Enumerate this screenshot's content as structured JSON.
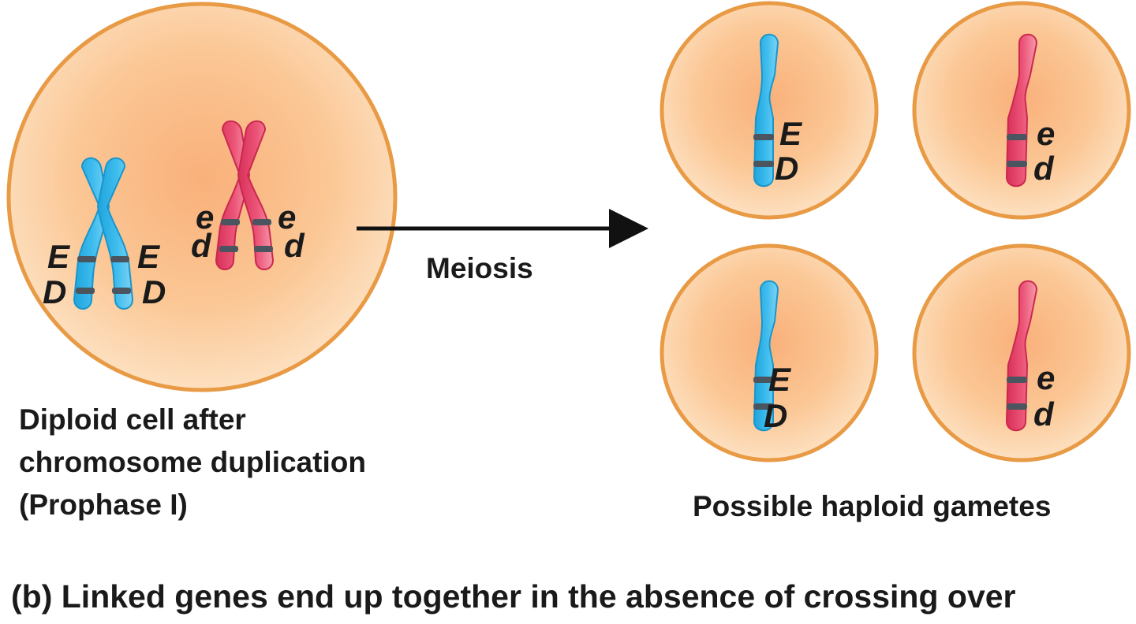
{
  "diagram": {
    "diploid_caption": {
      "line1": "Diploid cell after",
      "line2": "chromosome duplication",
      "line3": "(Prophase I)"
    },
    "arrow_label": "Meiosis",
    "gametes_label": "Possible haploid gametes",
    "panel_letter": "(b)",
    "panel_caption": "Linked genes end up together in the absence of crossing over",
    "alleles": {
      "dominant_upper": "E",
      "dominant_lower": "D",
      "recessive_upper": "e",
      "recessive_lower": "d"
    },
    "colors": {
      "cell_fill": "#fbd3a8",
      "cell_center": "#f9b07a",
      "cell_border": "#e89a45",
      "chromosome_blue": "#33b5e8",
      "chromosome_blue_light": "#7fd3f4",
      "chromosome_red": "#e8446a",
      "chromosome_red_light": "#f59aac",
      "band": "#4a5560"
    }
  }
}
